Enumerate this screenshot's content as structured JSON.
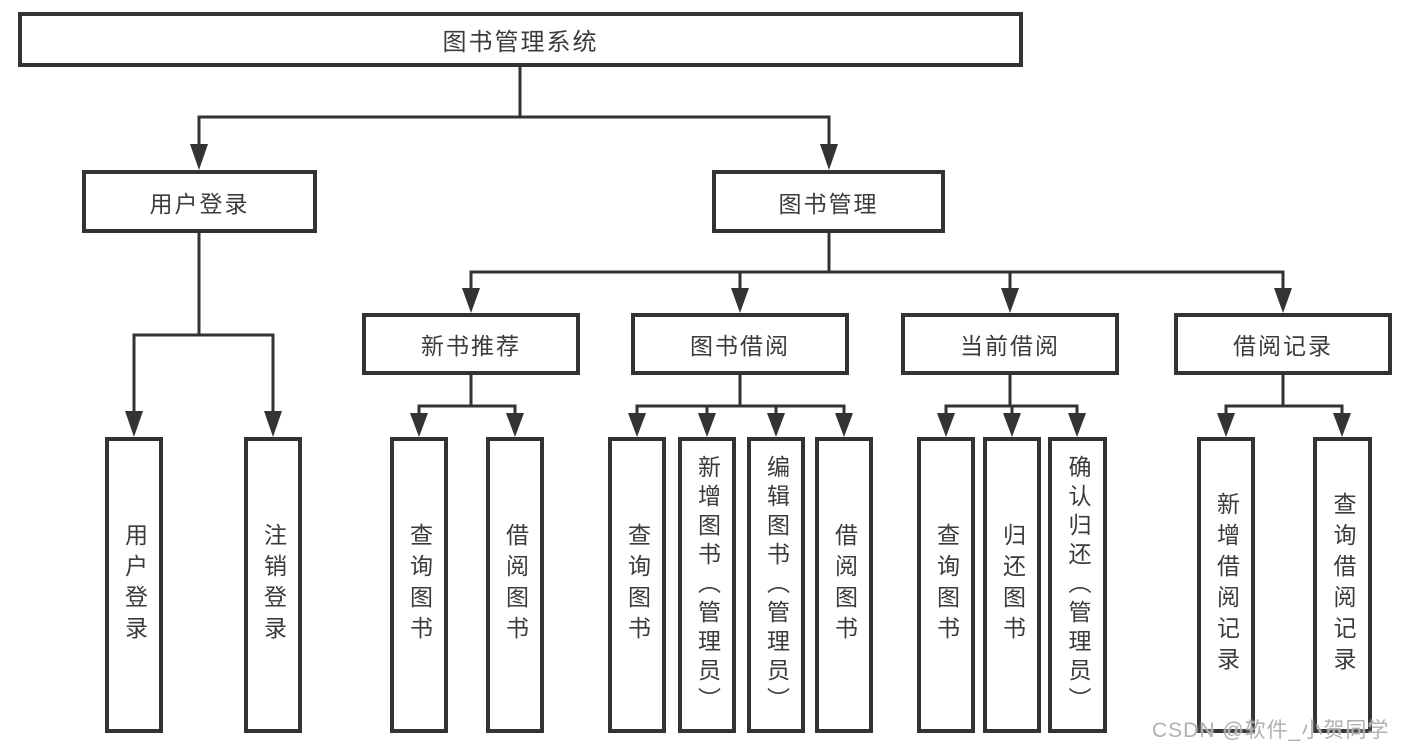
{
  "colors": {
    "line": "#333333",
    "box_border": "#333333",
    "box_background": "#ffffff",
    "text": "#3b3b3b",
    "watermark": "#b0b0b0",
    "page_background": "#ffffff"
  },
  "tree": {
    "root": {
      "label": "图书管理系统"
    },
    "branches": [
      {
        "label": "用户登录",
        "children": [
          {
            "label": "用户登录"
          },
          {
            "label": "注销登录"
          }
        ]
      },
      {
        "label": "图书管理",
        "groups": [
          {
            "label": "新书推荐",
            "children": [
              {
                "label": "查询图书"
              },
              {
                "label": "借阅图书"
              }
            ]
          },
          {
            "label": "图书借阅",
            "children": [
              {
                "label": "查询图书"
              },
              {
                "label": "新增图书（管理员）"
              },
              {
                "label": "编辑图书（管理员）"
              },
              {
                "label": "借阅图书"
              }
            ]
          },
          {
            "label": "当前借阅",
            "children": [
              {
                "label": "查询图书"
              },
              {
                "label": "归还图书"
              },
              {
                "label": "确认归还（管理员）"
              }
            ]
          },
          {
            "label": "借阅记录",
            "children": [
              {
                "label": "新增借阅记录"
              },
              {
                "label": "查询借阅记录"
              }
            ]
          }
        ]
      }
    ]
  },
  "watermark": {
    "text": "CSDN @软件_小贺同学"
  }
}
